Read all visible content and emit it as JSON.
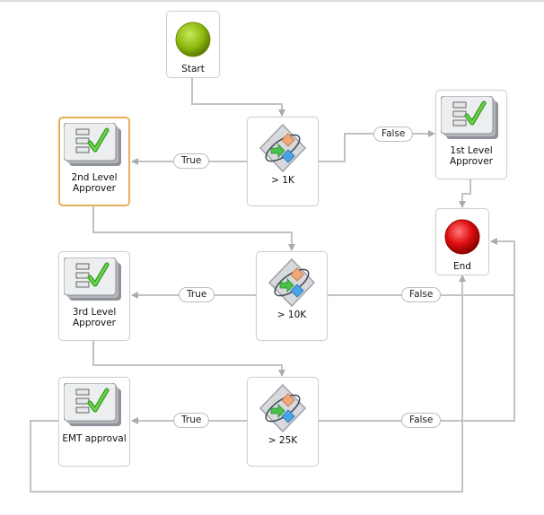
{
  "nodes": {
    "start": "Start",
    "end": "End",
    "decision_1k": "> 1K",
    "decision_10k": "> 10K",
    "decision_25k": "> 25K",
    "first_level": "1st Level\nApprover",
    "second_level": "2nd Level\nApprover",
    "third_level": "3rd Level\nApprover",
    "emt": "EMT approval"
  },
  "edges": {
    "true_1k": "True",
    "false_1k": "False",
    "true_10k": "True",
    "false_10k": "False",
    "true_25k": "True",
    "false_25k": "False"
  },
  "selected_node": "second_level",
  "colors": {
    "start": "#8fba10",
    "end": "#e01010",
    "wire": "#bfc3c8",
    "selected_border": "#e8b05a"
  }
}
